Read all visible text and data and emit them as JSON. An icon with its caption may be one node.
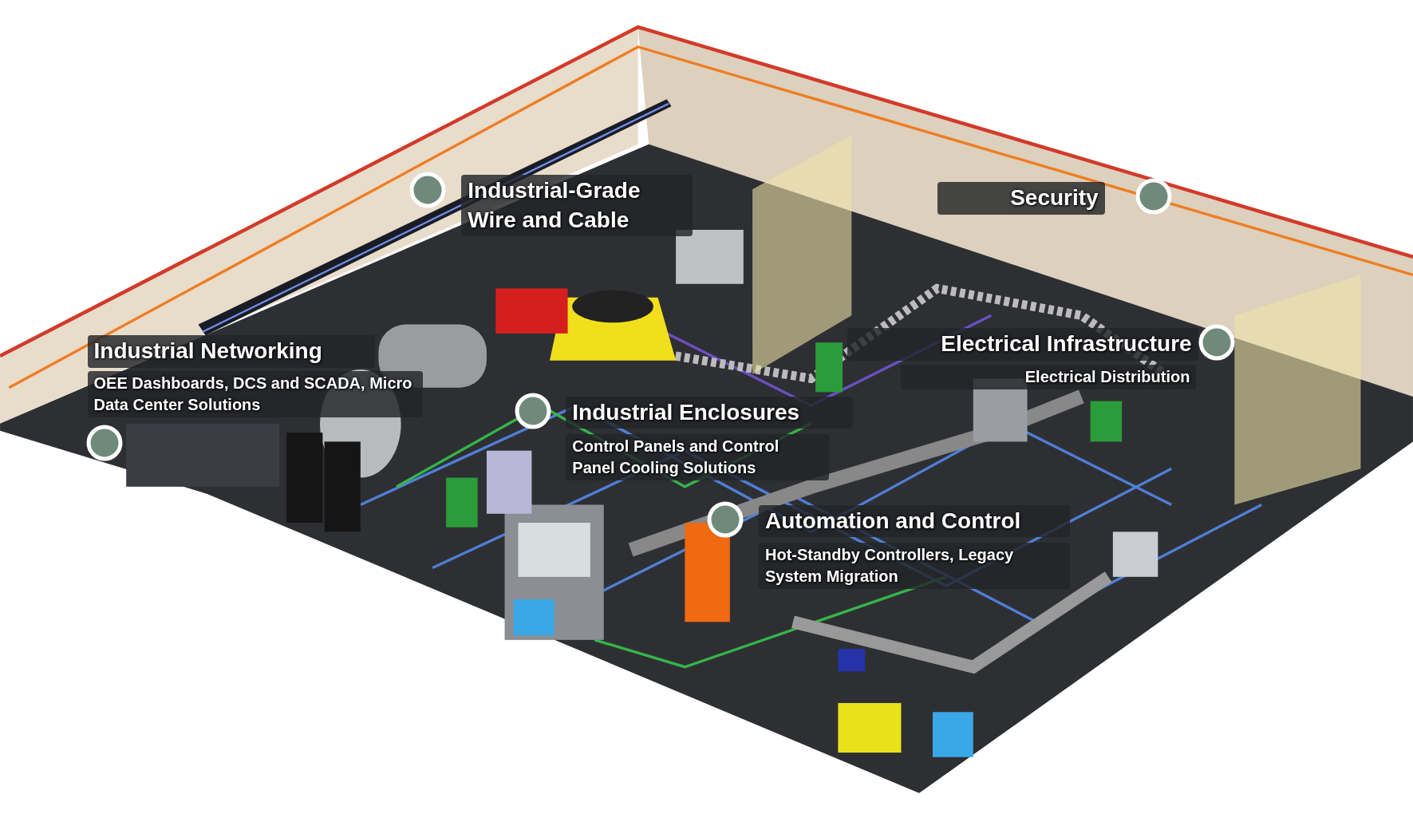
{
  "diagram": {
    "labels": [
      "Industrial-Grade Wire and Cable",
      "Security",
      "Industrial Networking",
      "OEE Dashboards, DCS and SCADA, Micro Data Center Solutions",
      "Electrical Infrastructure",
      "Electrical Distribution",
      "Industrial Enclosures",
      "Control Panels and Control Panel Cooling Solutions",
      "Automation and Control",
      "Hot-Standby Controllers, Legacy System Migration"
    ]
  }
}
